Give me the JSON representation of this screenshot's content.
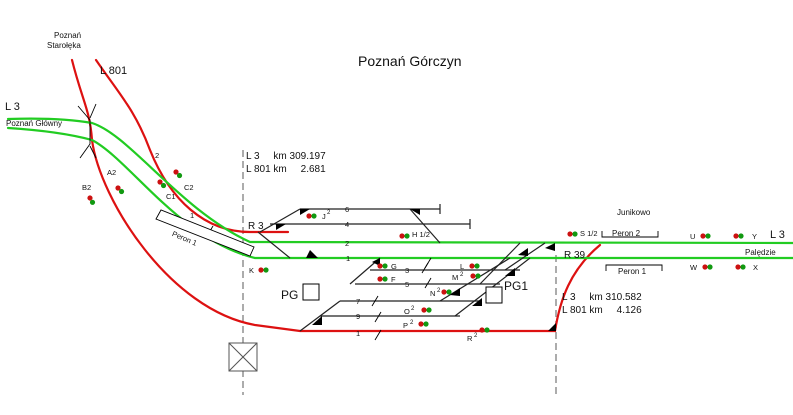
{
  "title": "Poznań Górczyn",
  "top_origin": {
    "line1": "Poznań",
    "line2": "Starołęka"
  },
  "left_origin": {
    "line_no": "L 3",
    "station": "Poznań Główny"
  },
  "right_line": {
    "line_no": "L 3",
    "station": "Palędzie"
  },
  "line_801_label": "L 801",
  "km_left": {
    "line1": "L 3     km 309.197",
    "line2": "L 801 km     2.681"
  },
  "km_right": {
    "line1": "L 3     km 310.582",
    "line2": "L 801 km     4.126"
  },
  "junikowo": "Junikowo",
  "boxes": {
    "pg": "PG",
    "pg1": "PG1"
  },
  "platforms": {
    "peron1_left": "Peron 1",
    "peron2": "Peron 2",
    "peron1_right": "Peron 1"
  },
  "markers": {
    "r3": "R 3",
    "r39": "R 39"
  },
  "tracks": {
    "t6": "6",
    "t4": "4",
    "t2": "2",
    "t1a": "1",
    "t3": "3",
    "t5": "5",
    "t7": "7",
    "t9": "9",
    "t1b": "1",
    "t2_801": "2",
    "t1_801": "1"
  },
  "signals": {
    "a2": "A2",
    "b2": "B2",
    "c1": "C1",
    "c2": "C2",
    "j2": "J",
    "j2_sup": "2",
    "k": "K",
    "h12": "H 1/2",
    "g": "G",
    "f": "F",
    "l": "L",
    "m2": "M",
    "m2_sup": "2",
    "n2": "N",
    "n2_sup": "2",
    "o2": "O",
    "o2_sup": "2",
    "p2": "P",
    "p2_sup": "2",
    "r2": "R",
    "r2_sup": "2",
    "s12": "S 1/2",
    "u": "U",
    "w": "W",
    "x": "X",
    "y": "Y"
  },
  "colors": {
    "line3_track": "#22cc22",
    "line801_track": "#dd1111",
    "signal_red": "#cc1111",
    "signal_green": "#119911"
  }
}
